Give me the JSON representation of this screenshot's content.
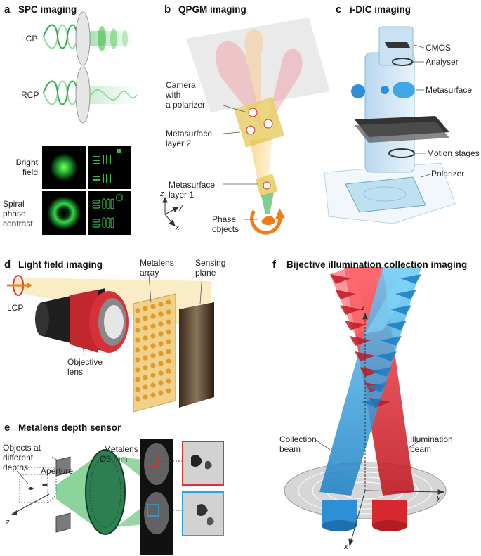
{
  "panel_a": {
    "letter": "a",
    "title": "SPC imaging",
    "lcp": "LCP",
    "rcp": "RCP",
    "bright_field": [
      "Bright",
      "field"
    ],
    "spiral_phase": [
      "Spiral",
      "phase",
      "contrast"
    ]
  },
  "panel_b": {
    "letter": "b",
    "title": "QPGM imaging",
    "camera": [
      "Camera",
      "with",
      "a polarizer"
    ],
    "layer2": [
      "Metasurface",
      "layer 2"
    ],
    "layer1": [
      "Metasurface",
      "layer 1"
    ],
    "phase": [
      "Phase",
      "objects"
    ],
    "axes": {
      "z": "z",
      "y": "y",
      "x": "x"
    }
  },
  "panel_c": {
    "letter": "c",
    "title": "i-DIC imaging",
    "cmos": "CMOS",
    "analyser": "Analyser",
    "metasurface": "Metasurface",
    "motion": "Motion stages",
    "polarizer": "Polarizer"
  },
  "panel_d": {
    "letter": "d",
    "title": "Light field imaging",
    "lcp": "LCP",
    "objective": [
      "Objective",
      "lens"
    ],
    "metalens": [
      "Metalens",
      "array"
    ],
    "sensing": [
      "Sensing",
      "plane"
    ]
  },
  "panel_e": {
    "letter": "e",
    "title": "Metalens depth sensor",
    "objects": [
      "Objects at",
      "different",
      "depths"
    ],
    "aperture": "Aperture",
    "metalens": "Metalens",
    "diameter": "Ø3 mm",
    "z": "z"
  },
  "panel_f": {
    "letter": "f",
    "title": "Bijective illumination collection imaging",
    "collection": [
      "Collection",
      "beam"
    ],
    "illumination": [
      "Illumination",
      "beam"
    ],
    "axes": {
      "z": "z",
      "y": "y",
      "x": "x"
    }
  },
  "colors": {
    "green": "#2fae4a",
    "red": "#e0303a",
    "blue": "#2f9fe0",
    "orange": "#f07d1a",
    "yellow": "#e8cf6a"
  }
}
